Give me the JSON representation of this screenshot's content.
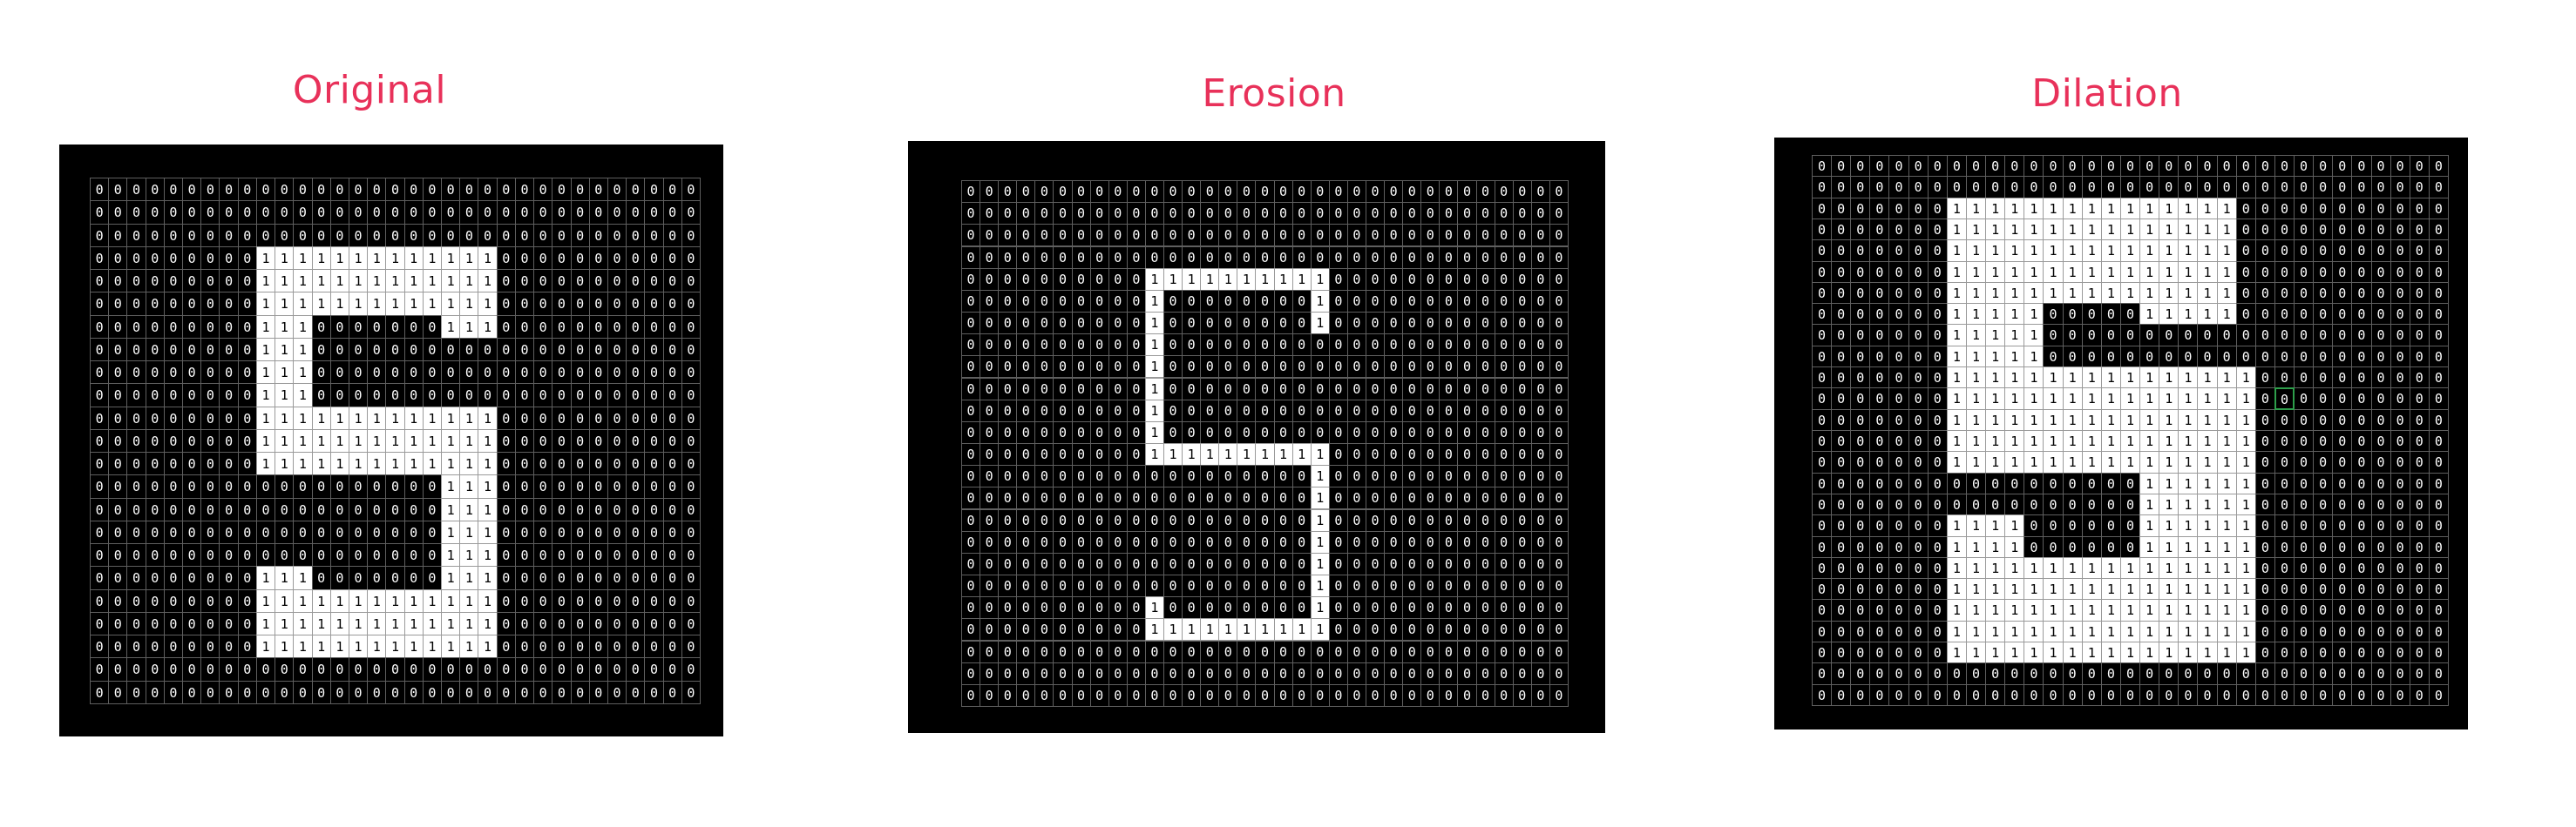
{
  "colors": {
    "title": "#e8315a",
    "frame": "#000000",
    "zero_cell": "#000000",
    "one_cell": "#ffffff",
    "highlight": "#2e9e4b"
  },
  "panels": [
    {
      "id": "original",
      "title": "Original",
      "rows": [
        "000000000000000000000000000000000",
        "000000000000000000000000000000000",
        "000000000000000000000000000000000",
        "000000000111111111111100000000000",
        "000000000111111111111100000000000",
        "000000000111111111111100000000000",
        "000000000111000000011100000000000",
        "000000000111000000000000000000000",
        "000000000111000000000000000000000",
        "000000000111000000000000000000000",
        "000000000111111111111100000000000",
        "000000000111111111111100000000000",
        "000000000111111111111100000000000",
        "000000000000000000011100000000000",
        "000000000000000000011100000000000",
        "000000000000000000011100000000000",
        "000000000000000000011100000000000",
        "000000000111000000011100000000000",
        "000000000111111111111100000000000",
        "000000000111111111111100000000000",
        "000000000111111111111100000000000",
        "000000000000000000000000000000000",
        "000000000000000000000000000000000"
      ]
    },
    {
      "id": "erosion",
      "title": "Erosion",
      "rows": [
        "000000000000000000000000000000000",
        "000000000000000000000000000000000",
        "000000000000000000000000000000000",
        "000000000000000000000000000000000",
        "000000000011111111110000000000000",
        "000000000010000000010000000000000",
        "000000000010000000010000000000000",
        "000000000010000000000000000000000",
        "000000000010000000000000000000000",
        "000000000010000000000000000000000",
        "000000000010000000000000000000000",
        "000000000010000000000000000000000",
        "000000000011111111110000000000000",
        "000000000000000000010000000000000",
        "000000000000000000010000000000000",
        "000000000000000000010000000000000",
        "000000000000000000010000000000000",
        "000000000000000000010000000000000",
        "000000000000000000010000000000000",
        "000000000010000000010000000000000",
        "000000000011111111110000000000000",
        "000000000000000000000000000000000",
        "000000000000000000000000000000000",
        "000000000000000000000000000000000"
      ]
    },
    {
      "id": "dilation",
      "title": "Dilation",
      "highlight": {
        "row": 11,
        "col": 24
      },
      "rows": [
        "000000000000000000000000000000000",
        "000000000000000000000000000000000",
        "000000011111111111111100000000000",
        "000000011111111111111100000000000",
        "000000011111111111111100000000000",
        "000000011111111111111100000000000",
        "000000011111111111111100000000000",
        "000000011111000001111100000000000",
        "000000011111000000000000000000000",
        "000000011111000000000000000000000",
        "000000011111111111111110000000000",
        "000000011111111111111110000000000",
        "000000011111111111111110000000000",
        "000000011111111111111110000000000",
        "000000011111111111111110000000000",
        "000000000000000001111110000000000",
        "000000000000000001111110000000000",
        "000000011110000001111110000000000",
        "000000011110000001111110000000000",
        "000000011111111111111110000000000",
        "000000011111111111111110000000000",
        "000000011111111111111110000000000",
        "000000011111111111111110000000000",
        "000000011111111111111110000000000",
        "000000000000000000000000000000000",
        "000000000000000000000000000000000"
      ]
    }
  ]
}
